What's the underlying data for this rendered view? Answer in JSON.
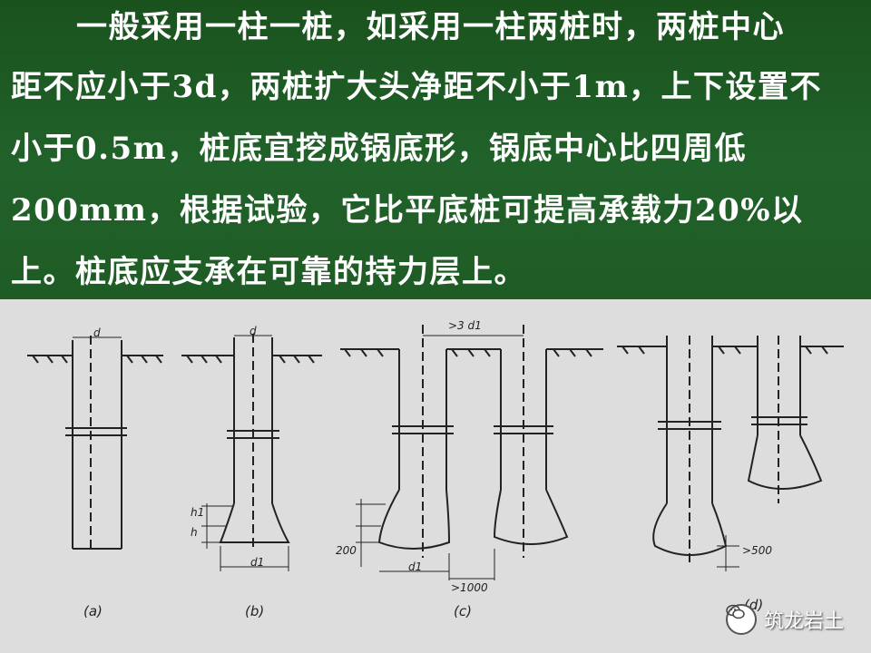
{
  "text": {
    "line1": "一般采用一柱一桩，如采用一柱两桩时，两桩中心",
    "line2": "距不应小于3d，两桩扩大头净距不小于1m，上下设置不",
    "line3": "小于0.5m，桩底宜挖成锅底形，锅底中心比四周低",
    "line4": "200mm，根据试验，它比平底桩可提高承载力20%以",
    "line5": "上。桩底应支承在可靠的持力层上。"
  },
  "figure": {
    "captions": [
      "(a)",
      "(b)",
      "(c)",
      "(d)"
    ],
    "labels": {
      "d_a": "d",
      "d_b": "d",
      "d1_b": "d1",
      "spacing_c": ">3 d1",
      "d1_c": "d1",
      "gap_c": ">1000",
      "h_200": "200",
      "vertical_d": ">500",
      "h_b": "h",
      "h1_b": "h1"
    }
  },
  "watermark": {
    "text": "筑龙岩土",
    "icon": "wechat-icon"
  }
}
